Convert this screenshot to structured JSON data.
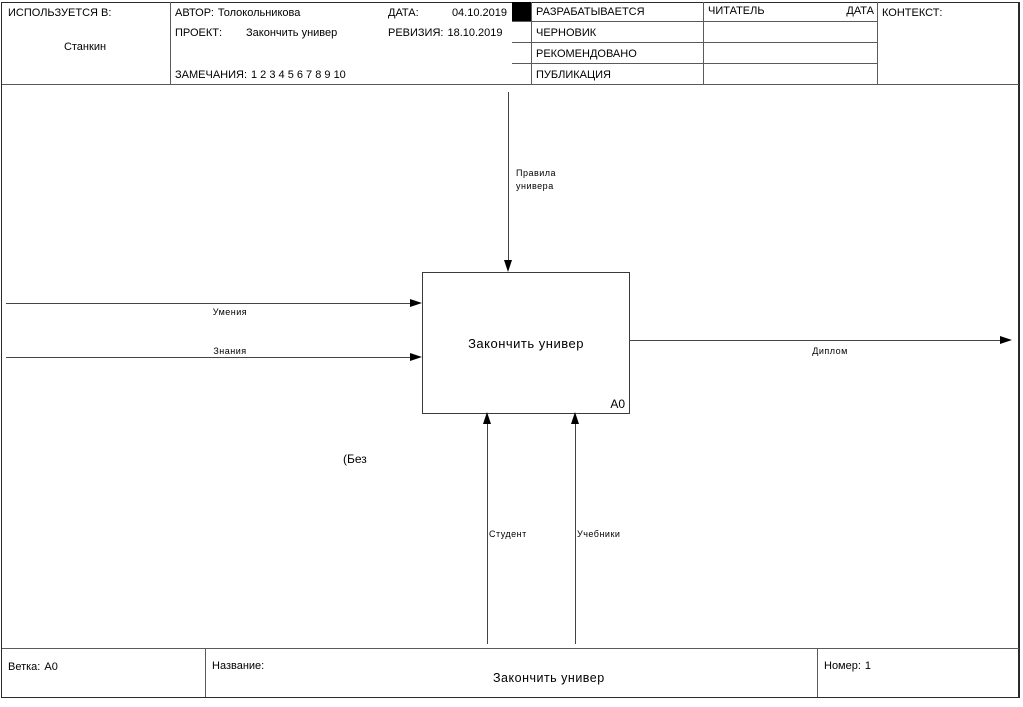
{
  "colors": {
    "frame_line": "#5a5a5a",
    "diagram_line": "#444444",
    "arrowhead": "#000000",
    "status_checked_fill": "#000000"
  },
  "header": {
    "used_at_label": "ИСПОЛЬЗУЕТСЯ В:",
    "used_at_value": "Станкин",
    "author_label": "АВТОР:",
    "author_value": "Толокольникова",
    "date_label": "ДАТА:",
    "date_value": "04.10.2019",
    "project_label": "ПРОЕКТ:",
    "project_value": "Закончить универ",
    "revision_label": "РЕВИЗИЯ:",
    "revision_value": "18.10.2019",
    "notes_label": "ЗАМЕЧАНИЯ:",
    "notes_value": "1 2 3 4 5 6 7 8 9 10",
    "status_rows": [
      "РАЗРАБАТЫВАЕТСЯ",
      "ЧЕРНОВИК",
      "РЕКОМЕНДОВАНО",
      "ПУБЛИКАЦИЯ"
    ],
    "reader_label": "ЧИТАТЕЛЬ",
    "reader_date_label": "ДАТА",
    "context_label": "КОНТЕКСТ:"
  },
  "diagram": {
    "activity": {
      "title": "Закончить универ",
      "node": "A0"
    },
    "control_label": "Правила\nуниверa",
    "input_labels": [
      "Умения",
      "Знания"
    ],
    "output_label": "Диплом",
    "mechanism_labels": [
      "Студент",
      "Учебники"
    ],
    "annotation": "(Без"
  },
  "footer": {
    "branch_label": "Ветка:",
    "branch_value": "A0",
    "title_label": "Название:",
    "title_value": "Закончить универ",
    "number_label": "Номер:",
    "number_value": "1"
  }
}
